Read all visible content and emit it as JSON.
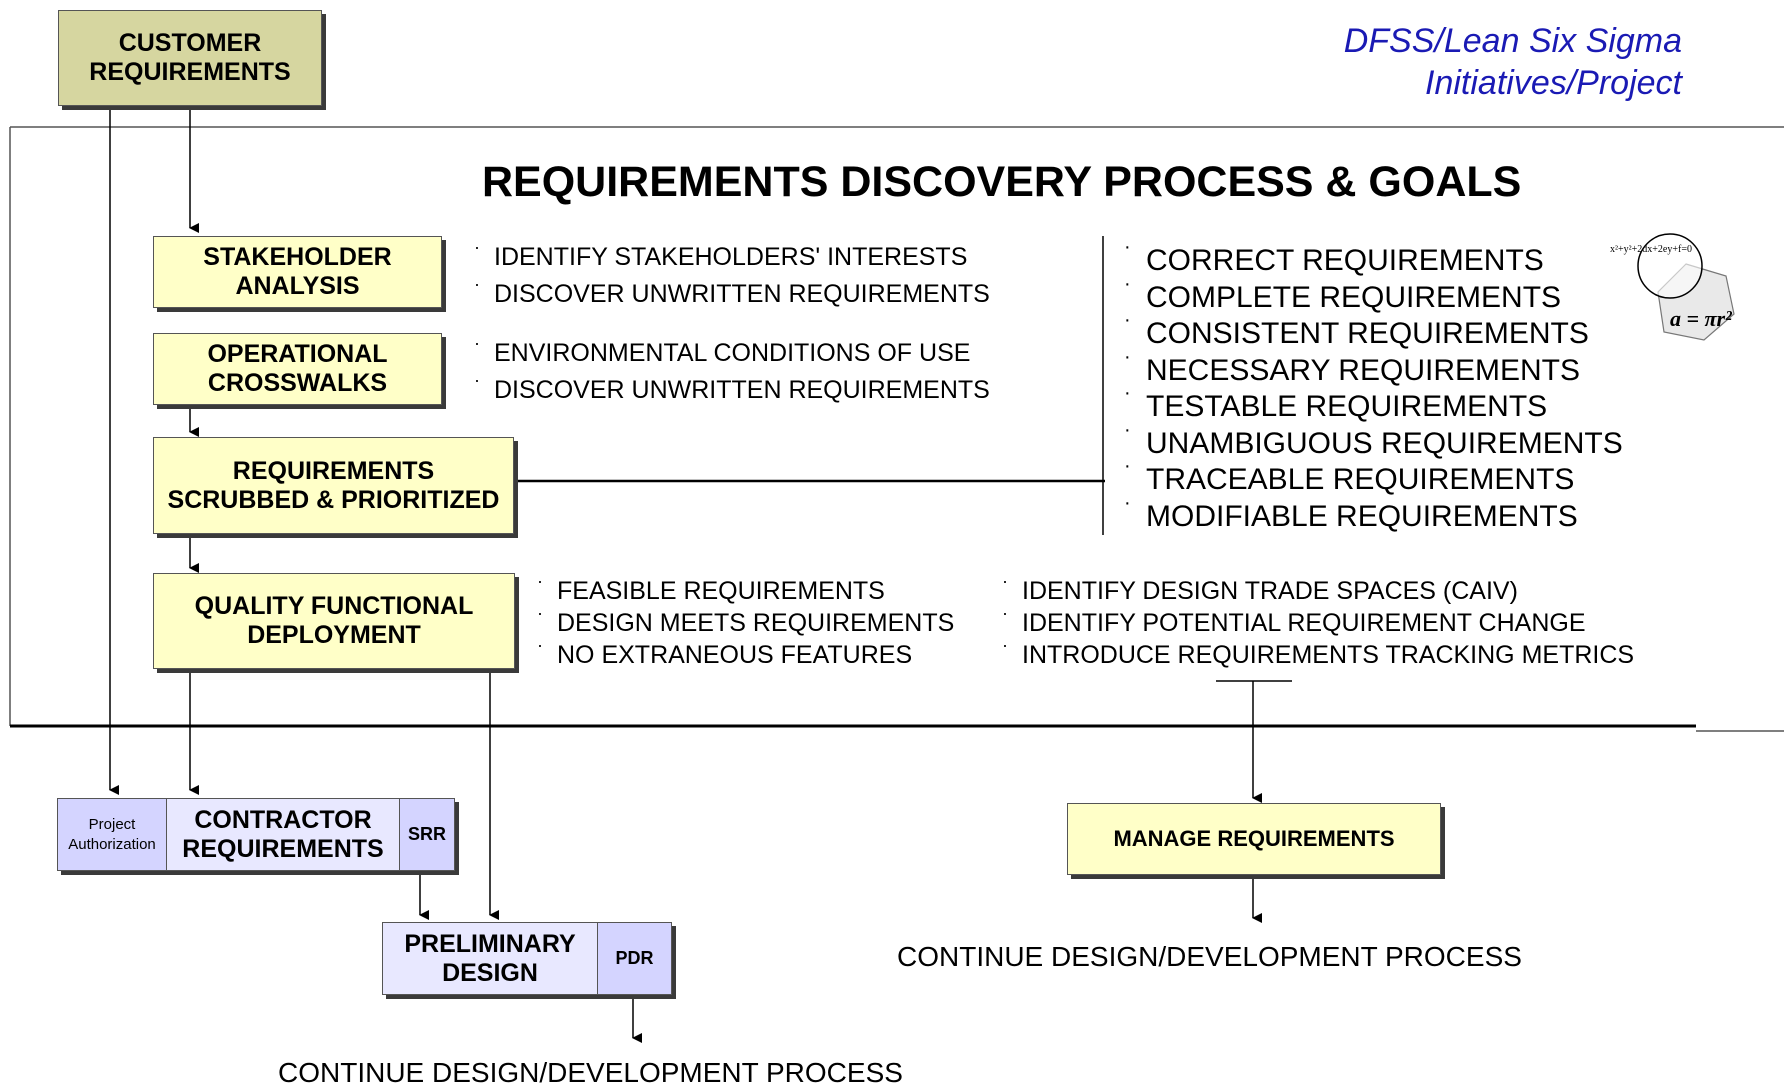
{
  "brand": {
    "line1": "DFSS/Lean Six Sigma",
    "line2": "Initiatives/Project"
  },
  "title": "REQUIREMENTS DISCOVERY PROCESS & GOALS",
  "boxes": {
    "customer": "CUSTOMER\nREQUIREMENTS",
    "stakeholder": "STAKEHOLDER\nANALYSIS",
    "operational": "OPERATIONAL\nCROSSWALKS",
    "scrubbed": "REQUIREMENTS\nSCRUBBED & PRIORITIZED",
    "qfd": "QUALITY FUNCTIONAL\nDEPLOYMENT",
    "project_auth": "Project\nAuthorization",
    "contractor": "CONTRACTOR\nREQUIREMENTS",
    "srr": "SRR",
    "preliminary": "PRELIMINARY\nDESIGN",
    "pdr": "PDR",
    "manage": "MANAGE REQUIREMENTS"
  },
  "stakeholder_bullets": [
    "IDENTIFY STAKEHOLDERS' INTERESTS",
    "DISCOVER UNWRITTEN REQUIREMENTS"
  ],
  "operational_bullets": [
    "ENVIRONMENTAL CONDITIONS OF USE",
    "DISCOVER UNWRITTEN REQUIREMENTS"
  ],
  "goals": [
    "CORRECT REQUIREMENTS",
    "COMPLETE REQUIREMENTS",
    "CONSISTENT REQUIREMENTS",
    "NECESSARY REQUIREMENTS",
    "TESTABLE REQUIREMENTS",
    "UNAMBIGUOUS REQUIREMENTS",
    "TRACEABLE REQUIREMENTS",
    "MODIFIABLE REQUIREMENTS"
  ],
  "qfd_bullets_left": [
    "FEASIBLE REQUIREMENTS",
    "DESIGN MEETS REQUIREMENTS",
    "NO EXTRANEOUS FEATURES"
  ],
  "qfd_bullets_right": [
    "IDENTIFY DESIGN TRADE SPACES (CAIV)",
    "IDENTIFY POTENTIAL REQUIREMENT CHANGE",
    "INTRODUCE REQUIREMENTS TRACKING METRICS"
  ],
  "continue_right": "CONTINUE DESIGN/DEVELOPMENT PROCESS",
  "continue_bottom": "CONTINUE DESIGN/DEVELOPMENT PROCESS",
  "clipart": {
    "formula_top": "x²+y²+2dx+2ey+f=0",
    "formula_main": "a = πr²"
  },
  "colors": {
    "brand": "#1a1ab4",
    "box_yellow": "#ffffc8",
    "box_olive": "#d6d6a0",
    "box_blue": "#d4d4ff"
  }
}
